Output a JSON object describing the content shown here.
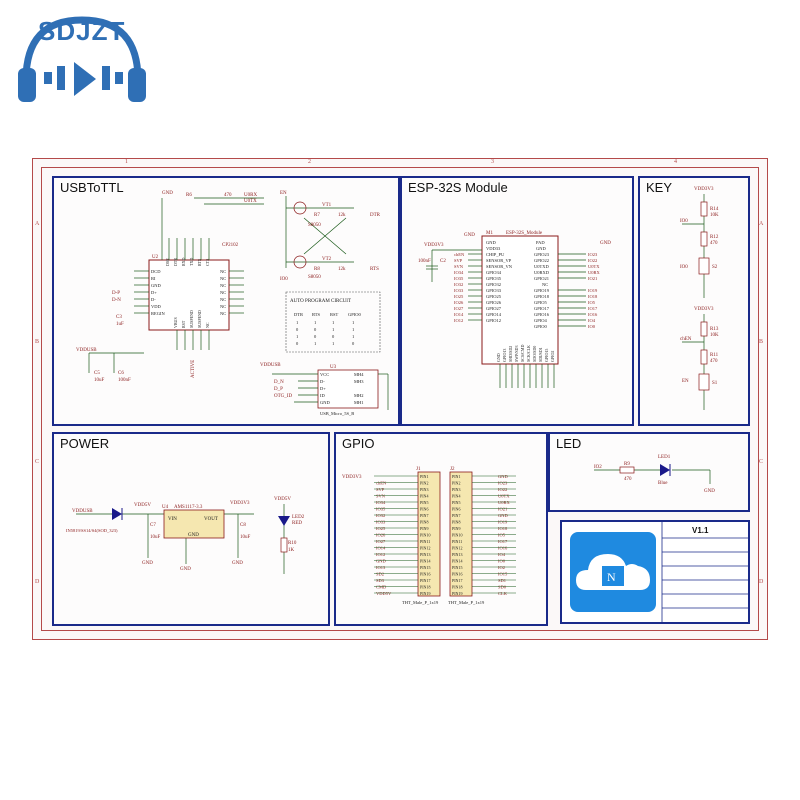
{
  "brand": {
    "name": "SDJZT",
    "color": "#2f6fb5"
  },
  "ruler": {
    "cols": [
      "1",
      "2",
      "3",
      "4"
    ],
    "rows": [
      "A",
      "B",
      "C",
      "D"
    ]
  },
  "panels": {
    "usb": {
      "title": "USBToTTL",
      "chip": {
        "ref": "U2",
        "part": "CP2102",
        "left_pins": [
          "DCD",
          "RI",
          "GND",
          "D+",
          "D-",
          "VDD",
          "REGIN"
        ],
        "top_pins": [
          "DSR",
          "DTR",
          "RXD",
          "TXD",
          "RTS",
          "CTS"
        ],
        "right_pins": [
          "NC",
          "NC",
          "NC",
          "NC",
          "NC",
          "NC",
          "NC"
        ],
        "bottom_pins": [
          "VBUS",
          "RST",
          "SUSPEND",
          "SUSPEND",
          "NC"
        ]
      },
      "labels": [
        "GND",
        "R6",
        "470",
        "U0RX",
        "U0TX",
        "VDDUSB",
        "C5",
        "10uF",
        "C6",
        "100nF",
        "C3",
        "1uF",
        "ACTIVE",
        "D-P",
        "D-N"
      ],
      "transistors": [
        "VT1",
        "VT2",
        "S8050",
        "S8050"
      ],
      "resistors": [
        "R7",
        "12k",
        "R8",
        "12k"
      ],
      "nets": [
        "DTR",
        "RTS",
        "EN",
        "IO0"
      ],
      "auto_table": {
        "title": "AUTO PROGRAM CIRCUIT",
        "headers": [
          "DTR",
          "RTS",
          "RST",
          "GPIO0"
        ],
        "rows": [
          [
            "1",
            "1",
            "1",
            "1"
          ],
          [
            "0",
            "0",
            "1",
            "1"
          ],
          [
            "1",
            "0",
            "0",
            "1"
          ],
          [
            "0",
            "1",
            "1",
            "0"
          ]
        ]
      },
      "usb_conn": {
        "ref": "U3",
        "part": "USB_Micro_5S_B",
        "pins": [
          "VCC",
          "D-",
          "D+",
          "ID",
          "GND"
        ],
        "mh": [
          "MH4",
          "MH3",
          "MH2",
          "MH1"
        ],
        "nets": [
          "VDDUSB",
          "D_N",
          "D_P",
          "OTG_ID"
        ]
      }
    },
    "esp": {
      "title": "ESP-32S Module",
      "module": "ESP-32S_Module",
      "ref": "M1",
      "left_pins": [
        "GND",
        "VDD33",
        "CHIP_PU",
        "SENSOR_VP",
        "SENSOR_VN",
        "GPIO34",
        "GPIO35",
        "GPIO32",
        "GPIO33",
        "GPIO25",
        "GPIO26",
        "GPIO27",
        "GPIO14",
        "GPIO12"
      ],
      "left_nets": [
        "chEN",
        "SVP",
        "SVN",
        "IO34",
        "IO35",
        "IO32",
        "IO33",
        "IO25",
        "IO26",
        "IO27",
        "IO14",
        "IO12"
      ],
      "right_pins": [
        "PAD",
        "GND",
        "GPIO23",
        "GPIO22",
        "U0TXD",
        "U0RXD",
        "GPIO21",
        "NC",
        "GPIO19",
        "GPIO18",
        "GPIO5",
        "GPIO17",
        "GPIO16",
        "GPIO4",
        "GPIO0"
      ],
      "right_nets": [
        "IO23",
        "IO22",
        "U0TX",
        "U0RX",
        "IO21",
        "IO19",
        "IO18",
        "IO5",
        "IO17",
        "IO16",
        "IO4",
        "IO0"
      ],
      "bottom_pins": [
        "GND",
        "GPIO13",
        "SHD/SD2",
        "SWP/SD3",
        "SCS/CMD",
        "SCK/CLK",
        "SDO/SD0",
        "SDI/SD1",
        "GPIO15",
        "GPIO2"
      ],
      "cap": [
        "C2",
        "100nF"
      ],
      "power": "VDD3V3",
      "gnd": "GND"
    },
    "key": {
      "title": "KEY",
      "power": "VDD3V3",
      "items": [
        "R14",
        "10K",
        "R12",
        "470",
        "S2",
        "IO0",
        "R13",
        "10K",
        "R11",
        "470",
        "S1",
        "chEN",
        "EN"
      ]
    },
    "power": {
      "title": "POWER",
      "regulator": {
        "ref": "U4",
        "part": "AMS1117-3.3",
        "pins": [
          "VIN",
          "VOUT",
          "GND"
        ]
      },
      "labels": [
        "VDDUSB",
        "VDD5V",
        "VDD3V3",
        "C7",
        "10uF",
        "C8",
        "10uF",
        "GND",
        "GND",
        "GND",
        "IN5819/SS14/S4(SOD_323)",
        "LED2",
        "RED",
        "R10",
        "1K",
        "VDD5V"
      ]
    },
    "gpio": {
      "title": "GPIO",
      "headers": [
        "J1",
        "J2"
      ],
      "power": "VDD3V3",
      "left_nets": [
        "chEN",
        "SVP",
        "SVN",
        "IO34",
        "IO35",
        "IO32",
        "IO33",
        "IO25",
        "IO26",
        "IO27",
        "IO14",
        "IO12",
        "GND",
        "IO13",
        "SD2",
        "SD3",
        "CMD",
        "VDD5V"
      ],
      "right_nets": [
        "GND",
        "IO23",
        "IO22",
        "U0TX",
        "U0RX",
        "IO21",
        "GND",
        "IO19",
        "IO18",
        "IO5",
        "IO17",
        "IO16",
        "IO4",
        "IO0",
        "IO2",
        "IO15",
        "SD1",
        "SD0",
        "CLK"
      ],
      "pin_labels": [
        "PIN1",
        "PIN2",
        "PIN3",
        "PIN4",
        "PIN5",
        "PIN6",
        "PIN7",
        "PIN8",
        "PIN9",
        "PIN10",
        "PIN11",
        "PIN12",
        "PIN13",
        "PIN14",
        "PIN15",
        "PIN16",
        "PIN17",
        "PIN18",
        "PIN19"
      ],
      "footer": [
        "THT_Male_P_1x19",
        "THT_Male_P_1x19"
      ]
    },
    "led": {
      "title": "LED",
      "labels": [
        "IO2",
        "R9",
        "470",
        "LED1",
        "Blue",
        "GND"
      ]
    }
  },
  "title_block": {
    "version": "V1.1"
  },
  "colors": {
    "frame": "#b44a4a",
    "panel_border": "#1a2a8a",
    "wire": "#1a5a1a",
    "part": "#8a1a1a",
    "logo_bg": "#1f8ae0"
  }
}
